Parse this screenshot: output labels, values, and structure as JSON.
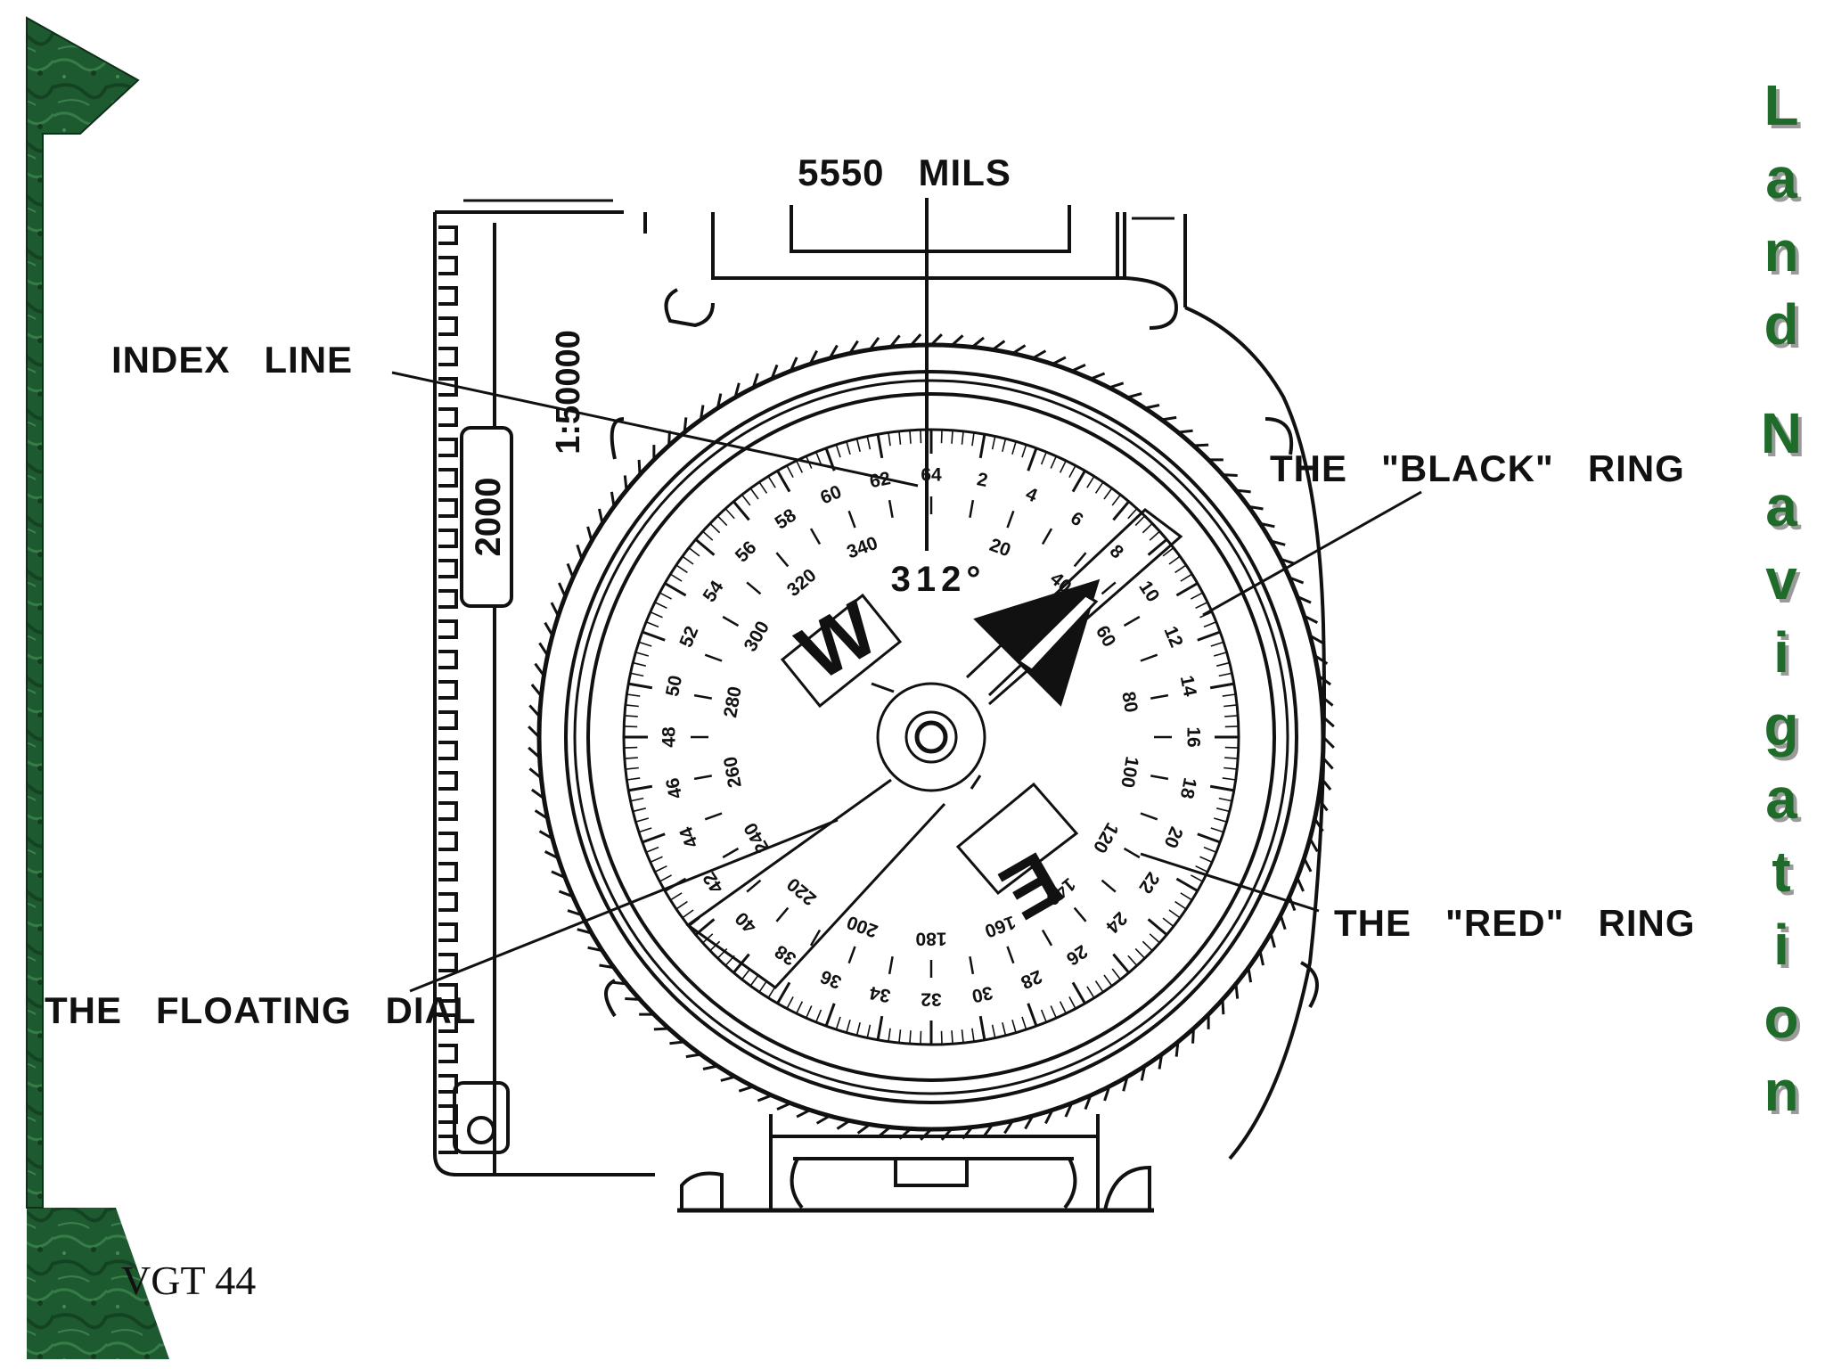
{
  "footer": {
    "slide_code": "VGT 44"
  },
  "side_title": {
    "text": "Land Navigation",
    "color": "#1f6b2a",
    "shadow": "#9a9a9a"
  },
  "decor": {
    "marble_color": "#1e5a30",
    "marble_light": "#3f8a52"
  },
  "diagram": {
    "top_readout": "5550   MILS",
    "heading_readout": "312°",
    "scale_label": "1:50000",
    "scale_box": "2000",
    "callouts": {
      "index_line": "INDEX   LINE",
      "black_ring": "THE   \"BLACK\"   RING",
      "red_ring": "THE   \"RED\"   RING",
      "floating_dial": "THE   FLOATING   DIAL"
    },
    "dial_letters": {
      "west": "W",
      "east": "E"
    },
    "outer_mils": [
      "2",
      "4",
      "6",
      "8",
      "10",
      "12",
      "14",
      "16",
      "18",
      "20",
      "22",
      "24",
      "26",
      "28",
      "30",
      "32",
      "34",
      "36",
      "38",
      "40",
      "42",
      "44",
      "46",
      "48",
      "50",
      "52",
      "54",
      "56",
      "58",
      "60",
      "62",
      "64"
    ],
    "inner_degrees": [
      "20",
      "40",
      "60",
      "80",
      "100",
      "120",
      "140",
      "160",
      "180",
      "200",
      "220",
      "240",
      "260",
      "280",
      "300",
      "320",
      "340"
    ]
  }
}
